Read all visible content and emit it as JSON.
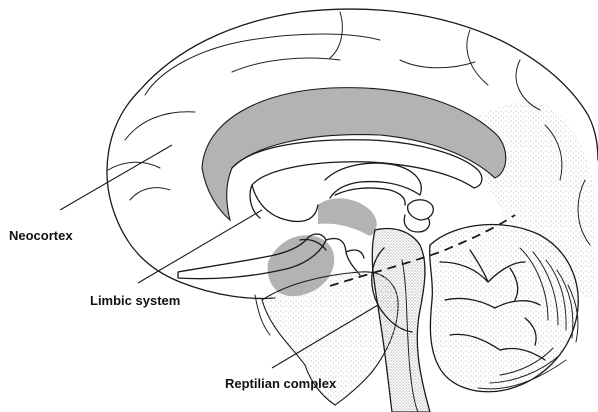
{
  "labels": {
    "neocortex": "Neocortex",
    "limbic": "Limbic system",
    "reptilian": "Reptilian complex"
  },
  "colors": {
    "line": "#1a1a1a",
    "limbic_fill": "#b3b3b3",
    "stipple": "#9a9a9a",
    "background": "#ffffff"
  }
}
